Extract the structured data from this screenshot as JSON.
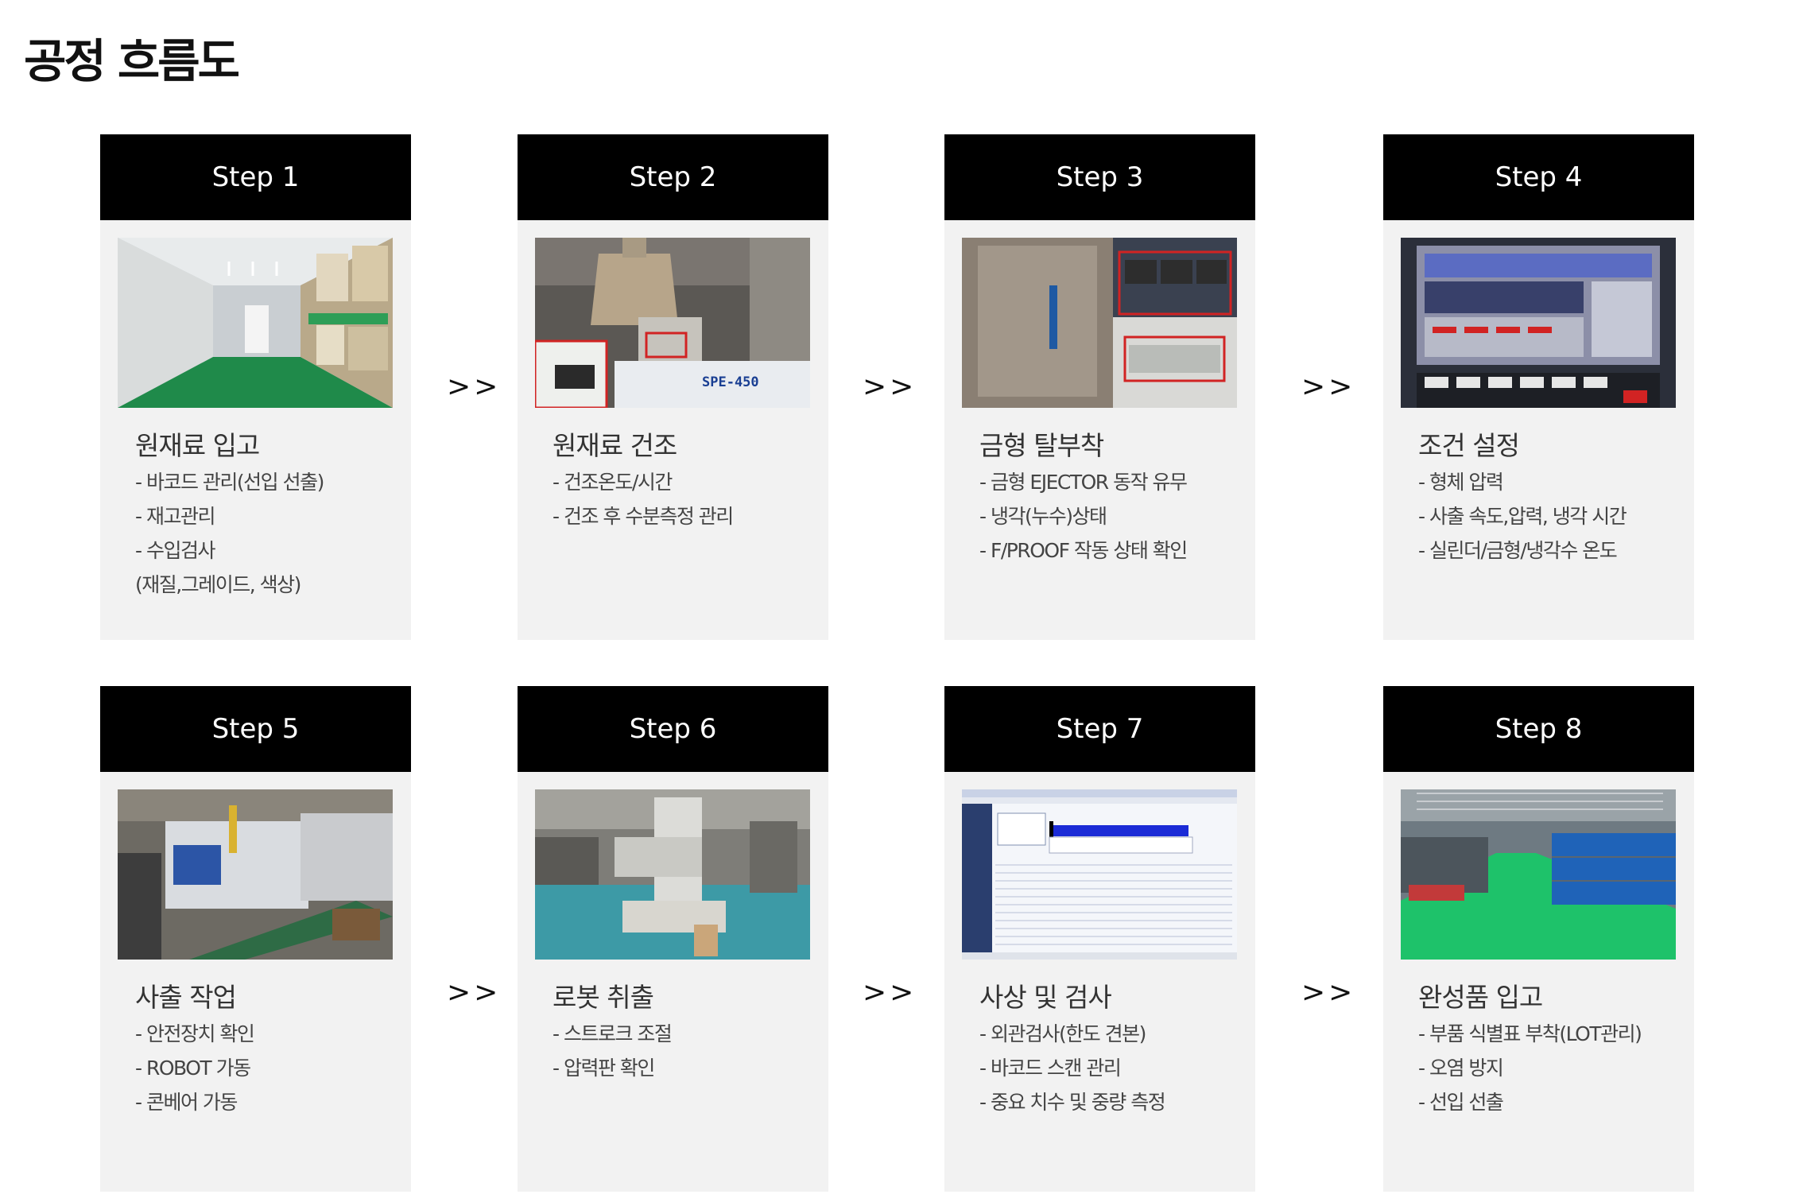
{
  "page": {
    "title": "공정 흐름도"
  },
  "arrow_text": ">>",
  "steps": [
    {
      "label": "Step 1",
      "title": "원재료 입고",
      "items": [
        "- 바코드 관리(선입 선출)",
        "- 재고관리",
        "- 수입검사",
        "(재질,그레이드, 색상)"
      ],
      "photo": "warehouse-photo"
    },
    {
      "label": "Step 2",
      "title": "원재료 건조",
      "items": [
        "- 건조온도/시간",
        "- 건조 후 수분측정 관리"
      ],
      "photo": "dryer-photo",
      "photo_text": "SPE-450"
    },
    {
      "label": "Step 3",
      "title": "금형 탈부착",
      "items": [
        "- 금형 EJECTOR 동작 유무",
        "- 냉각(누수)상태",
        "- F/PROOF 작동 상태 확인"
      ],
      "photo": "mold-photo"
    },
    {
      "label": "Step 4",
      "title": "조건 설정",
      "items": [
        "- 형체 압력",
        "- 사출 속도,압력, 냉각 시간",
        "- 실린더/금형/냉각수 온도"
      ],
      "photo": "control-panel-photo"
    },
    {
      "label": "Step 5",
      "title": "사출 작업",
      "items": [
        "- 안전장치 확인",
        "- ROBOT 가동",
        "- 콘베어 가동"
      ],
      "photo": "injection-machine-photo"
    },
    {
      "label": "Step 6",
      "title": "로봇 취출",
      "items": [
        "- 스트로크 조절",
        "- 압력판 확인"
      ],
      "photo": "robot-photo"
    },
    {
      "label": "Step 7",
      "title": "사상 및 검사",
      "items": [
        "- 외관검사(한도 견본)",
        "- 바코드 스캔 관리",
        "- 중요 치수 및 중량 측정"
      ],
      "photo": "inspection-software-photo"
    },
    {
      "label": "Step 8",
      "title": "완성품 입고",
      "items": [
        "- 부품 식별표 부착(LOT관리)",
        "- 오염 방지",
        "- 선입 선출"
      ],
      "photo": "finished-goods-warehouse-photo"
    }
  ]
}
